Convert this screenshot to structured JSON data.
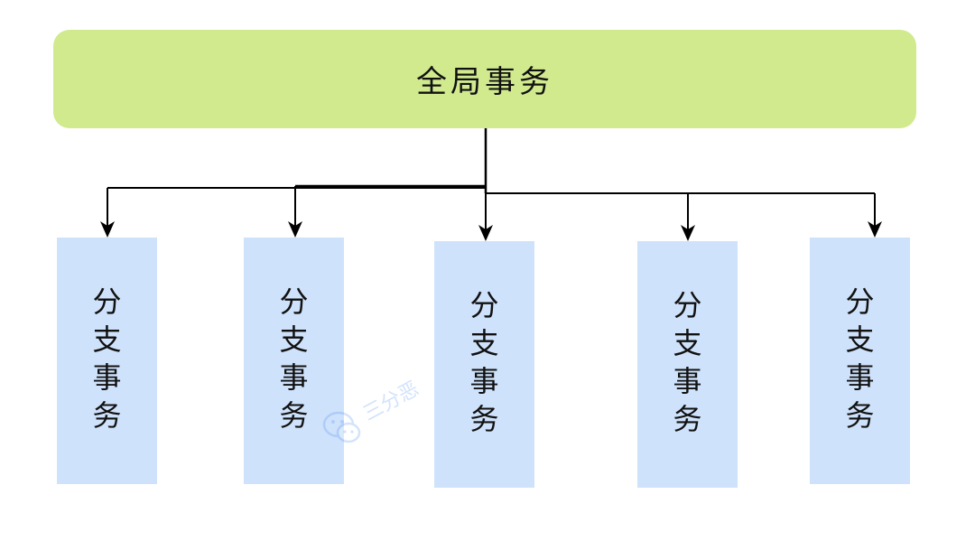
{
  "diagram": {
    "root": {
      "label": "全局事务",
      "color": "#d1ea8e"
    },
    "branches": [
      {
        "label": "分支事务"
      },
      {
        "label": "分支事务"
      },
      {
        "label": "分支事务"
      },
      {
        "label": "分支事务"
      },
      {
        "label": "分支事务"
      }
    ],
    "branch_color": "#cfe2fb",
    "line_color": "#000000"
  },
  "watermark": {
    "text": "三分恶",
    "icon": "wechat-icon"
  }
}
